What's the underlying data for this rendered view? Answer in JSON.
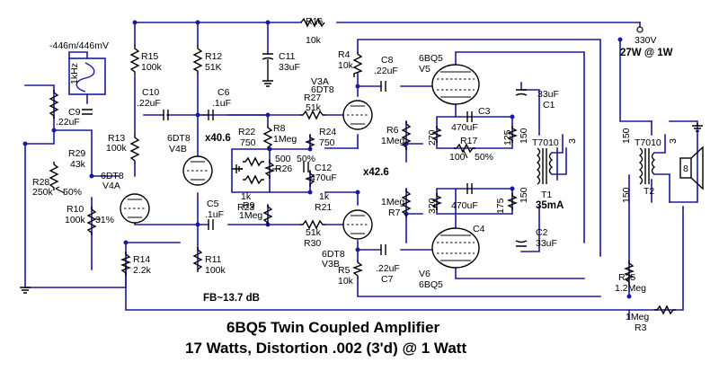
{
  "title": {
    "line1": "6BQ5 Twin Coupled Amplifier",
    "line2": "17 Watts, Distortion .002 (3'd) @ 1 Watt"
  },
  "supply": {
    "voltage": "330V",
    "power_note": "27W @ 1W"
  },
  "source": {
    "reading": "-446m/446mV",
    "freq": "1kHz"
  },
  "gains": {
    "stage1": "x40.6",
    "stage2": "x42.6",
    "feedback": "FB~13.7 dB"
  },
  "current": "35mA",
  "tubes": {
    "v4a": {
      "type": "6DT8",
      "ref": "V4A"
    },
    "v4b": {
      "type": "6DT8",
      "ref": "V4B"
    },
    "v3a": {
      "ref": "V3A",
      "type": "6DT8"
    },
    "v3b": {
      "type": "6DT8",
      "ref": "V3B"
    },
    "v5": {
      "type": "6BQ5",
      "ref": "V5"
    },
    "v6": {
      "ref": "V6",
      "type": "6BQ5"
    }
  },
  "components": {
    "r16": {
      "ref": "R16",
      "val": "10k"
    },
    "c11": {
      "ref": "C11",
      "val": "33uF"
    },
    "r15": {
      "ref": "R15",
      "val": "100k"
    },
    "r12": {
      "ref": "R12",
      "val": "51K"
    },
    "r4": {
      "ref": "R4",
      "val": "10k"
    },
    "c8": {
      "ref": "C8",
      "val": ".22uF"
    },
    "c10": {
      "ref": "C10",
      "val": ".22uF"
    },
    "c9": {
      "ref": "C9",
      "val": ".22uF"
    },
    "c6": {
      "ref": "C6",
      "val": ".1uF"
    },
    "r27": {
      "ref": "R27",
      "val": "51k"
    },
    "r13": {
      "ref": "R13",
      "val": "100k"
    },
    "r29": {
      "ref": "R29",
      "val": "43k"
    },
    "r28": {
      "ref": "R28",
      "val": "250k",
      "pct": "50%"
    },
    "r10": {
      "ref": "R10",
      "val": "100k",
      "pct": "31%"
    },
    "r8": {
      "ref": "R8",
      "val": "1Meg"
    },
    "r22": {
      "ref": "R22",
      "val": "750"
    },
    "r24": {
      "ref": "R24",
      "val": "750"
    },
    "r26": {
      "ref": "R26",
      "val": "500",
      "pct": "50%"
    },
    "c12": {
      "ref": "C12",
      "val": "470uF"
    },
    "r23": {
      "ref": "R23",
      "val": "1k"
    },
    "r21": {
      "ref": "R21",
      "val": "1k"
    },
    "r9": {
      "ref": "R9",
      "val": "1Meg"
    },
    "r30": {
      "ref": "R30",
      "val": "51k"
    },
    "c5": {
      "ref": "C5",
      "val": ".1uF"
    },
    "r14": {
      "ref": "R14",
      "val": "2.2k"
    },
    "r11": {
      "ref": "R11",
      "val": "100k"
    },
    "r5": {
      "ref": "R5",
      "val": "10k"
    },
    "c7": {
      "ref": "C7",
      "val": ".22uF"
    },
    "r6": {
      "ref": "R6",
      "val": "1Meg"
    },
    "r7": {
      "ref": "R7",
      "val": "1Meg"
    },
    "c3": {
      "ref": "C3",
      "val": "470uF"
    },
    "c4": {
      "ref": "C4",
      "val": "470uF"
    },
    "r17": {
      "ref": "R17",
      "val": "100",
      "pct": "50%"
    },
    "r270": "270",
    "r125": "125",
    "r320": "320",
    "r175": "175",
    "c1": {
      "ref": "C1",
      "val": "33uF"
    },
    "c2": {
      "ref": "C2",
      "val": "33uF"
    },
    "t1": {
      "ref": "T1",
      "type": "T7010",
      "w1": "150",
      "w2": "150",
      "w3": "3"
    },
    "t2": {
      "ref": "T2",
      "type": "T7010",
      "w1": "150",
      "w2": "150",
      "w3": "3"
    },
    "r25": {
      "ref": "R25",
      "val": "1.2Meg"
    },
    "r3": {
      "ref": "R3",
      "val": "1Meg"
    },
    "spk": "8"
  }
}
